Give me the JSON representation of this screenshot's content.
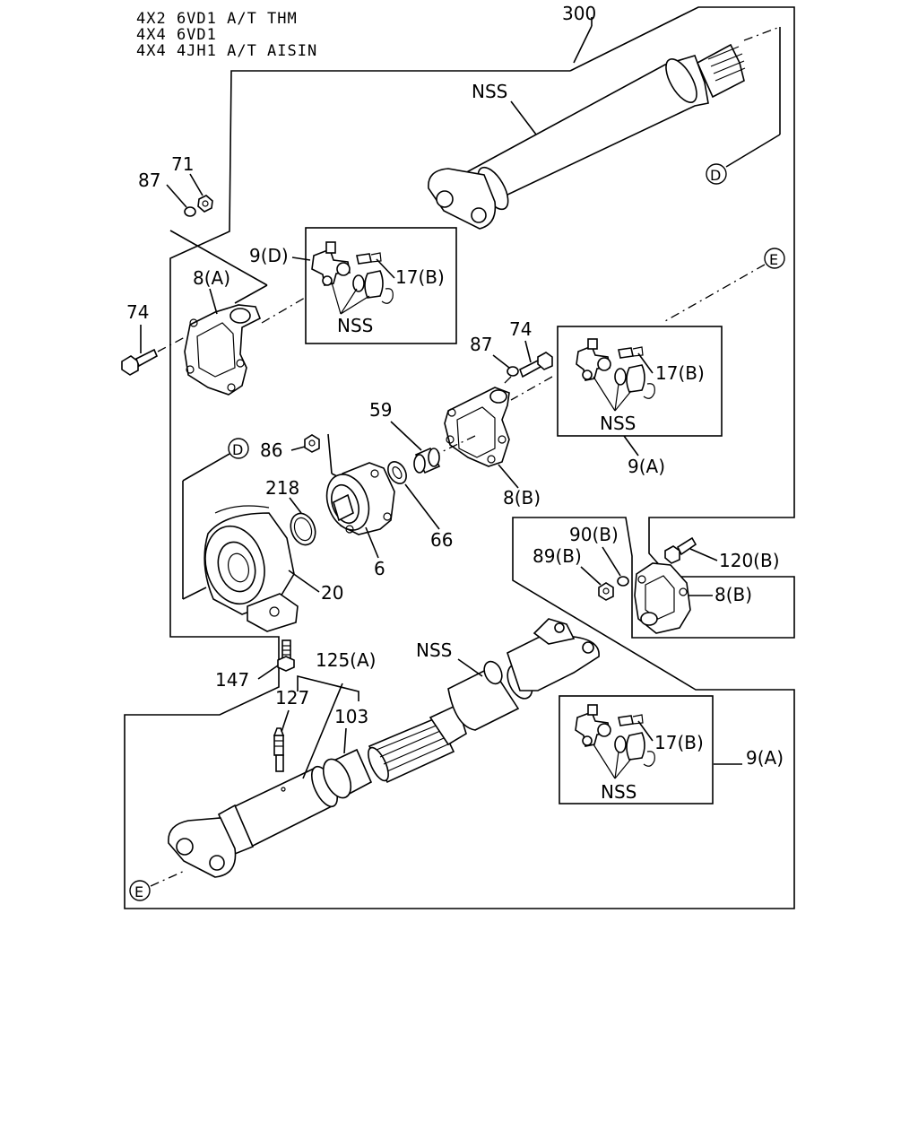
{
  "header": {
    "lines": [
      "4X2 6VD1 A/T THM",
      "4X4 6VD1",
      "4X4 4JH1 A/T AISIN"
    ]
  },
  "labels": {
    "p300": "300",
    "nss_shaft_top": "NSS",
    "ref_d_top": "D",
    "p71": "71",
    "p87_top": "87",
    "p9d": "9(D)",
    "p17b_1": "17(B)",
    "nss_kit_1": "NSS",
    "p8a": "8(A)",
    "p74_left": "74",
    "ref_e_top": "E",
    "p87_mid": "87",
    "p74_mid": "74",
    "p17b_2": "17(B)",
    "nss_kit_2": "NSS",
    "p9a_1": "9(A)",
    "p59": "59",
    "p86": "86",
    "ref_d_mid": "D",
    "p218": "218",
    "p6": "6",
    "p66": "66",
    "p8b_1": "8(B)",
    "p20": "20",
    "p90b": "90(B)",
    "p89b": "89(B)",
    "p120b": "120(B)",
    "p8b_2": "8(B)",
    "p147": "147",
    "p125a": "125(A)",
    "nss_shaft_bottom": "NSS",
    "p127": "127",
    "p103": "103",
    "p17b_3": "17(B)",
    "p9a_2": "9(A)",
    "nss_kit_3": "NSS",
    "ref_e_bottom": "E"
  }
}
